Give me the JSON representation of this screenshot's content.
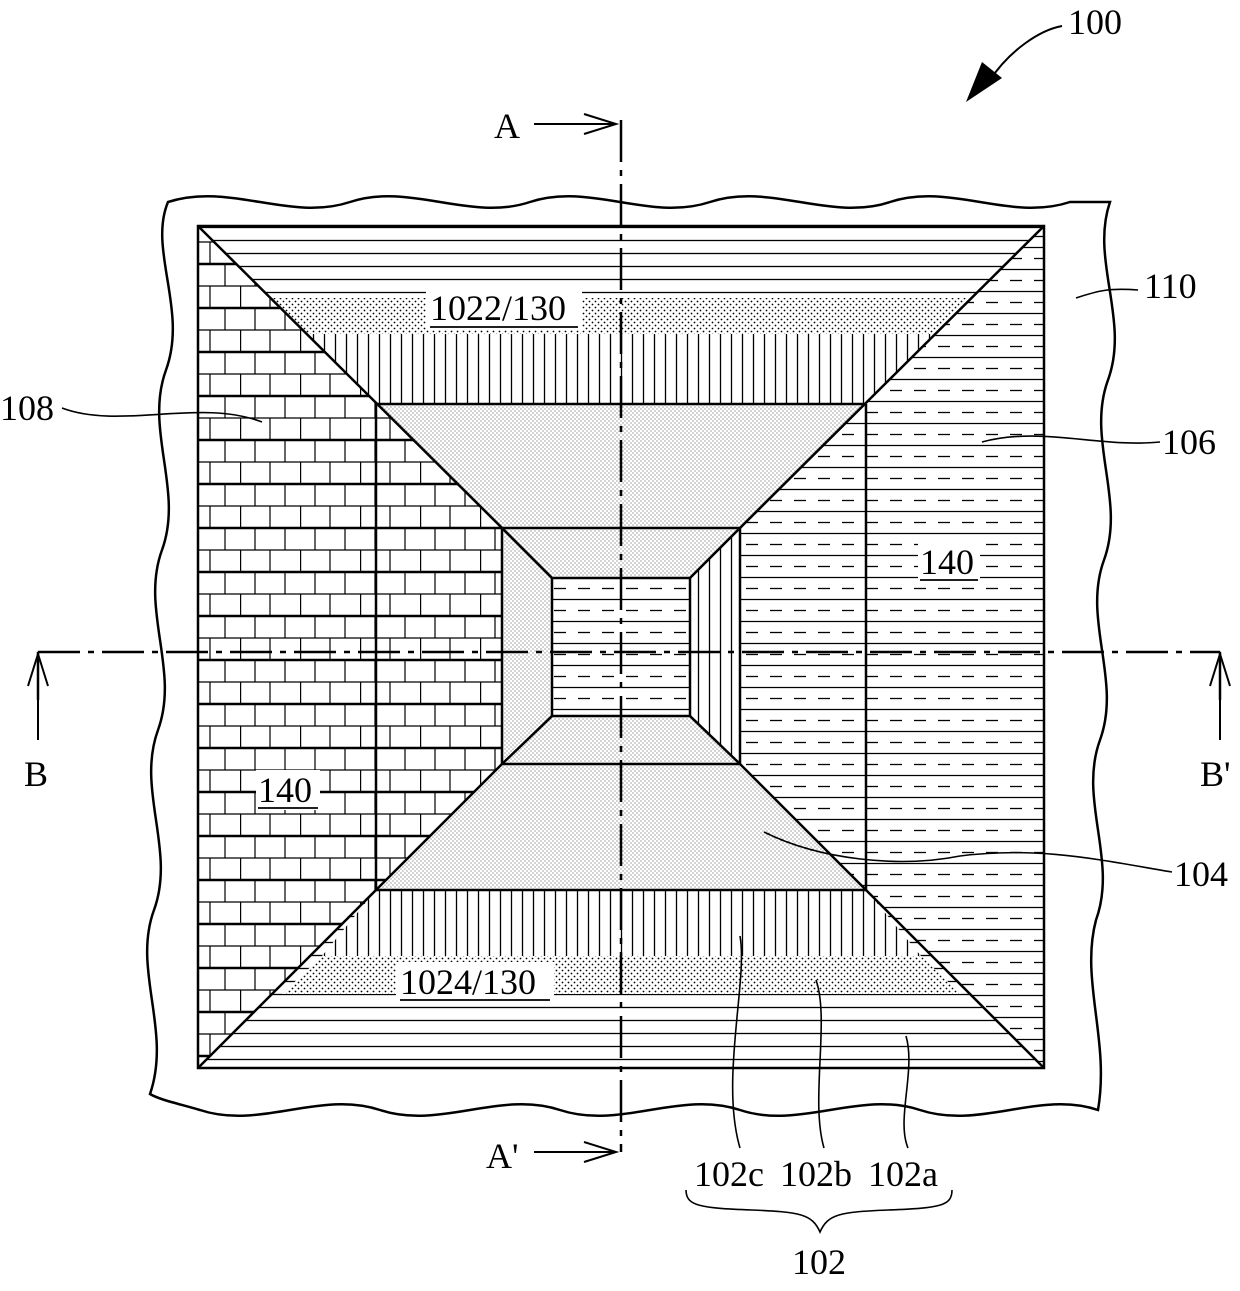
{
  "figure": {
    "reference_numeral": "100",
    "section_marks": {
      "top": "A",
      "bottom": "A'",
      "left": "B",
      "right": "B'"
    },
    "labels": {
      "substrate": "110",
      "left_region": "108",
      "right_region": "106",
      "center_region": "104",
      "top_strip": "1022/130",
      "bottom_strip": "1024/130",
      "left_140": "140",
      "right_140": "140",
      "sub_c": "102c",
      "sub_b": "102b",
      "sub_a": "102a",
      "group": "102"
    }
  },
  "colors": {
    "line": "#000000",
    "background": "#ffffff"
  }
}
